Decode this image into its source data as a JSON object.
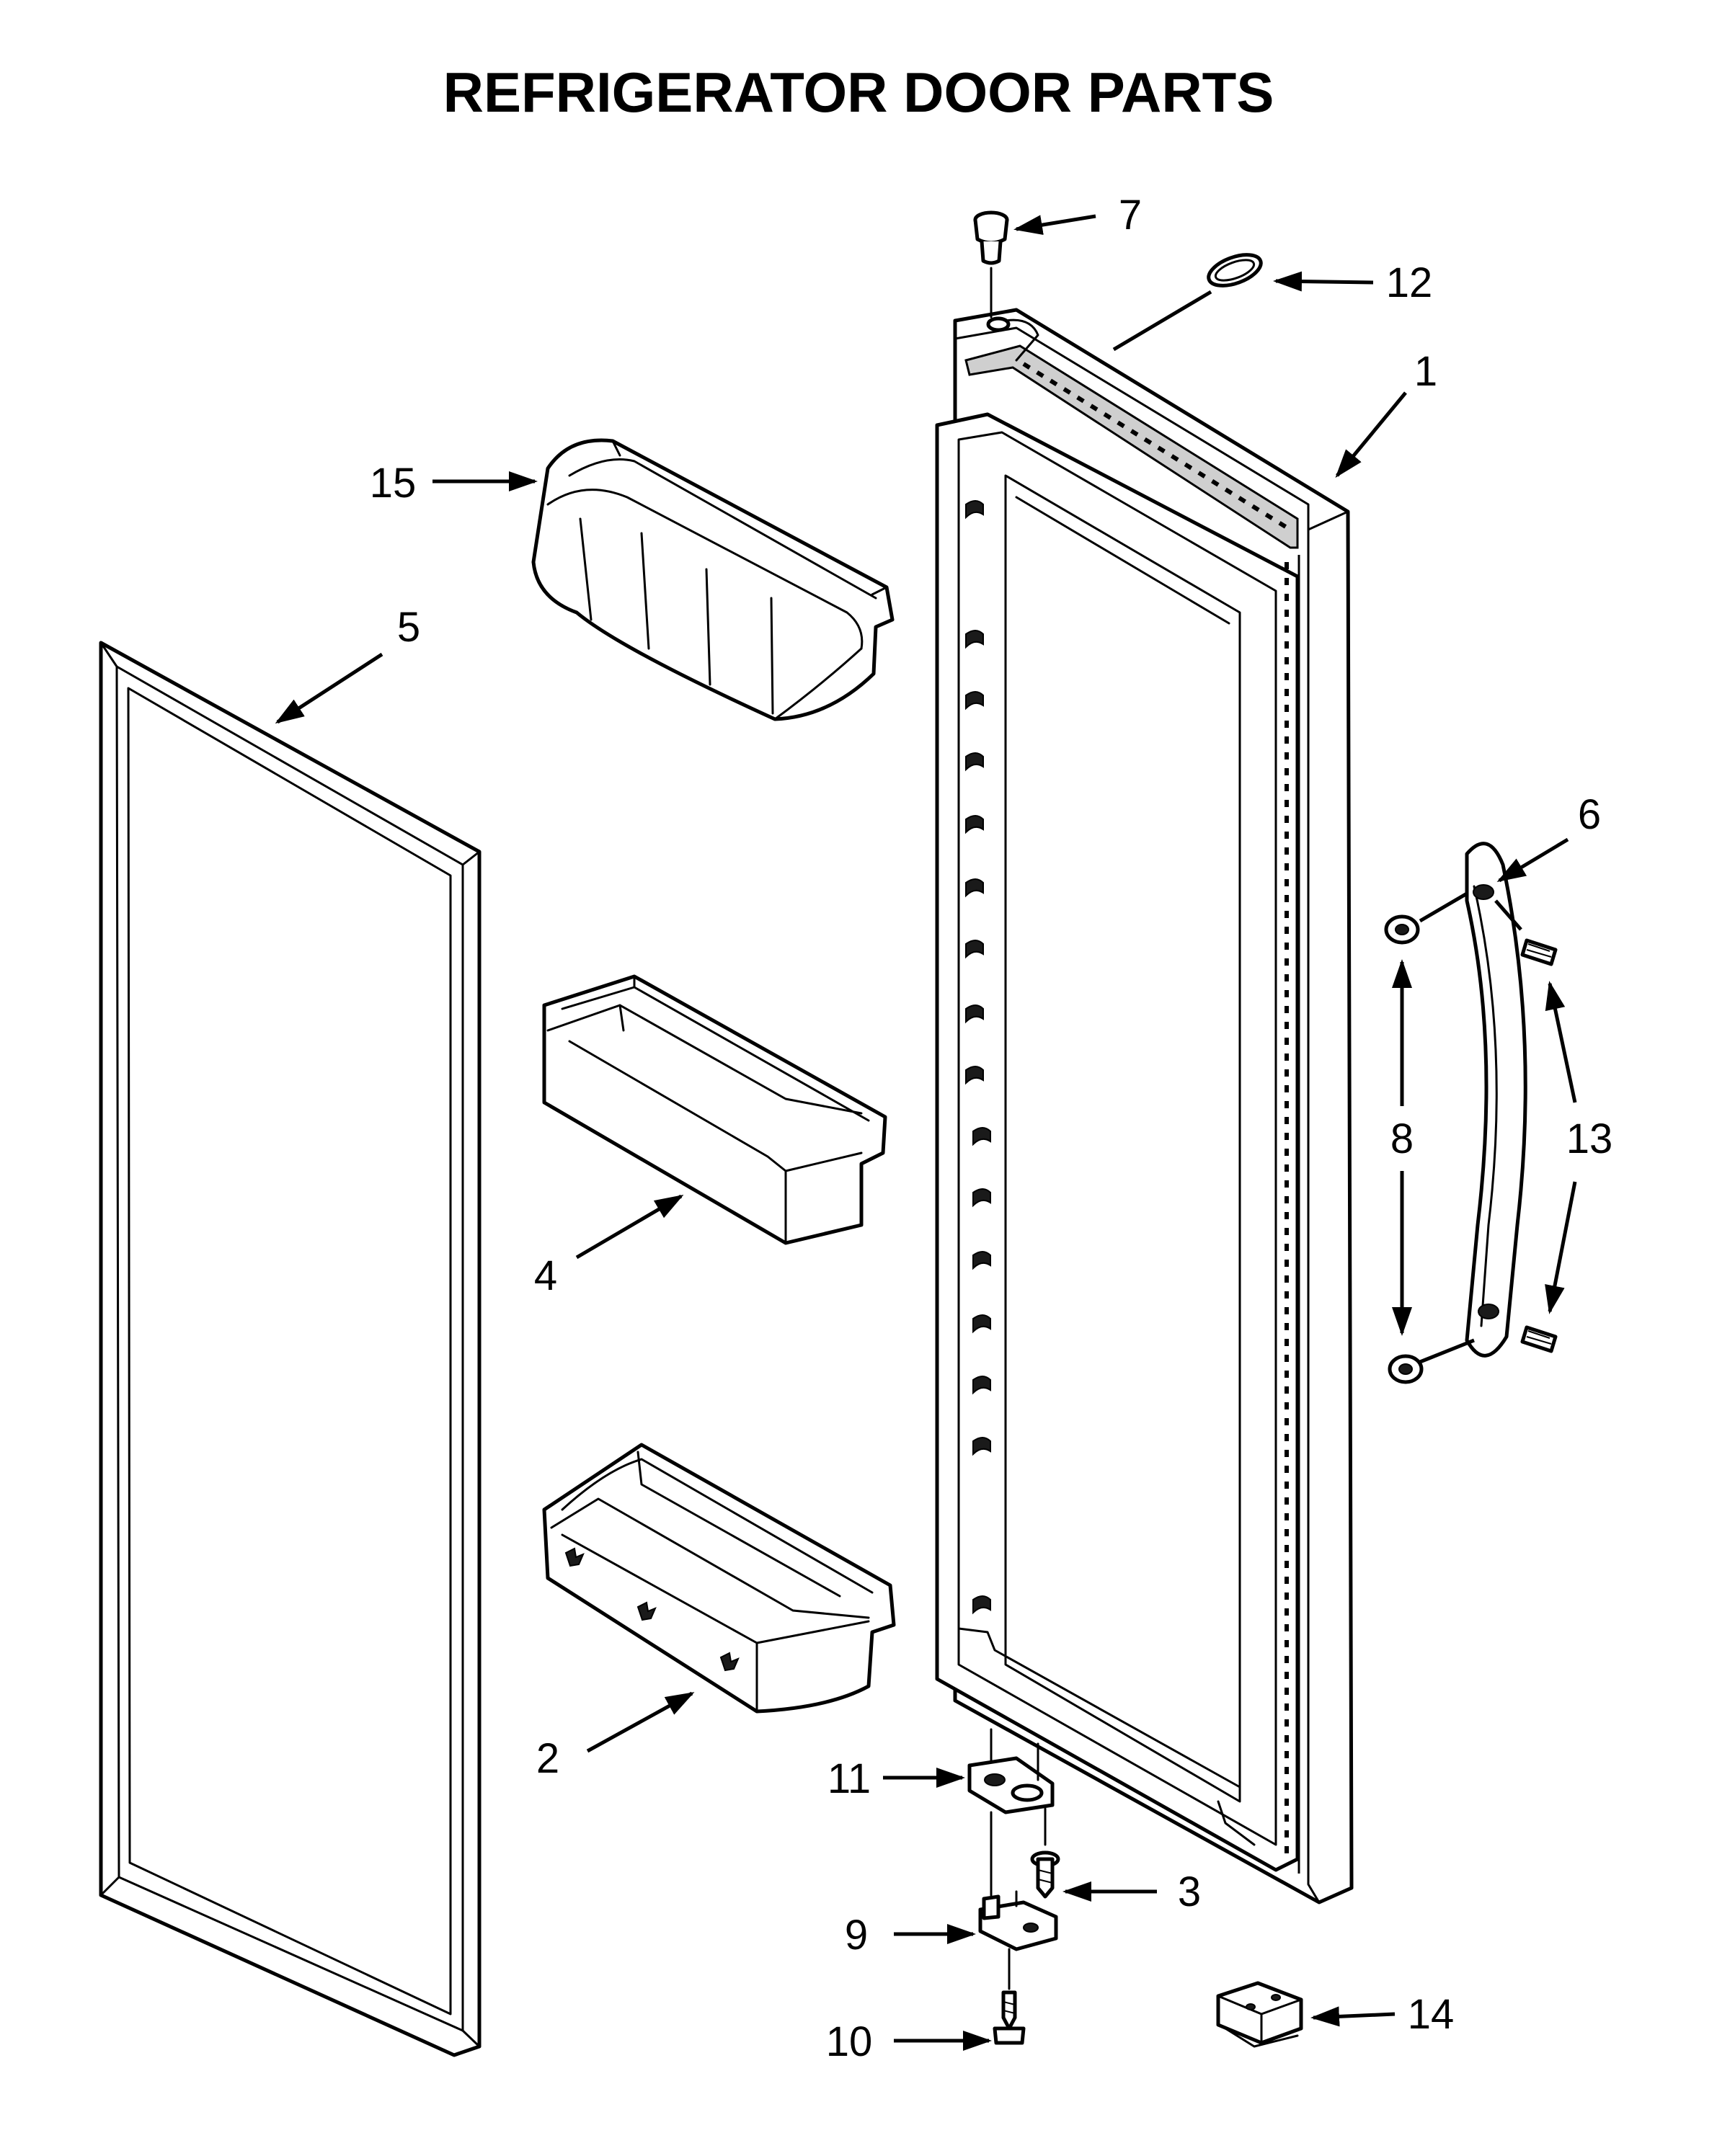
{
  "title": "REFRIGERATOR DOOR PARTS",
  "callouts": [
    {
      "id": "1",
      "label": "1"
    },
    {
      "id": "2",
      "label": "2"
    },
    {
      "id": "3",
      "label": "3"
    },
    {
      "id": "4",
      "label": "4"
    },
    {
      "id": "5",
      "label": "5"
    },
    {
      "id": "6",
      "label": "6"
    },
    {
      "id": "7",
      "label": "7"
    },
    {
      "id": "8",
      "label": "8"
    },
    {
      "id": "9",
      "label": "9"
    },
    {
      "id": "10",
      "label": "10"
    },
    {
      "id": "11",
      "label": "11"
    },
    {
      "id": "12",
      "label": "12"
    },
    {
      "id": "13",
      "label": "13"
    },
    {
      "id": "14",
      "label": "14"
    },
    {
      "id": "15",
      "label": "15"
    }
  ]
}
